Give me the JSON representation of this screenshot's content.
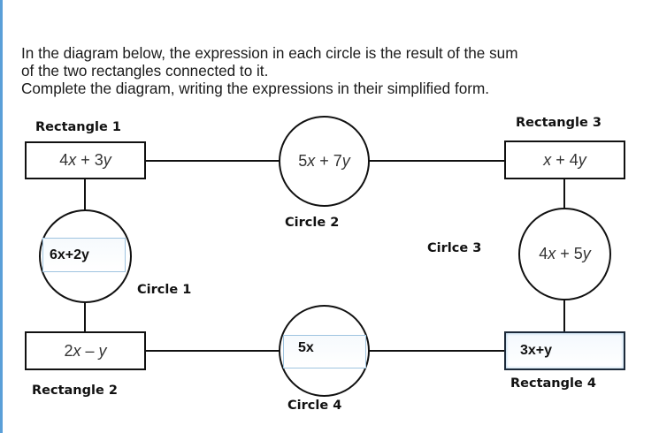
{
  "instructions": {
    "line1": "In the diagram below, the expression in each circle is the result of the sum",
    "line2": "of the two rectangles connected to it.",
    "line3": "Complete the diagram, writing the expressions in their simplified form."
  },
  "rectangles": {
    "r1": {
      "label": "Rectangle 1",
      "value": "4x + 3y"
    },
    "r2": {
      "label": "Rectangle 2",
      "value": "2x – y"
    },
    "r3": {
      "label": "Rectangle 3",
      "value": "x + 4y"
    },
    "r4": {
      "label": "Rectangle 4",
      "value": "3x+y"
    }
  },
  "circles": {
    "c1": {
      "label": "Circle 1",
      "value": "6x+2y"
    },
    "c2": {
      "label": "Circle 2",
      "value": "5x + 7y"
    },
    "c3": {
      "label": "Cirlce 3",
      "value": "4x + 5y"
    },
    "c4": {
      "label": "Circle 4",
      "value": "5x"
    }
  },
  "colors": {
    "accent_bar": "#5a9fd8",
    "input_border": "#9fc4e0"
  }
}
